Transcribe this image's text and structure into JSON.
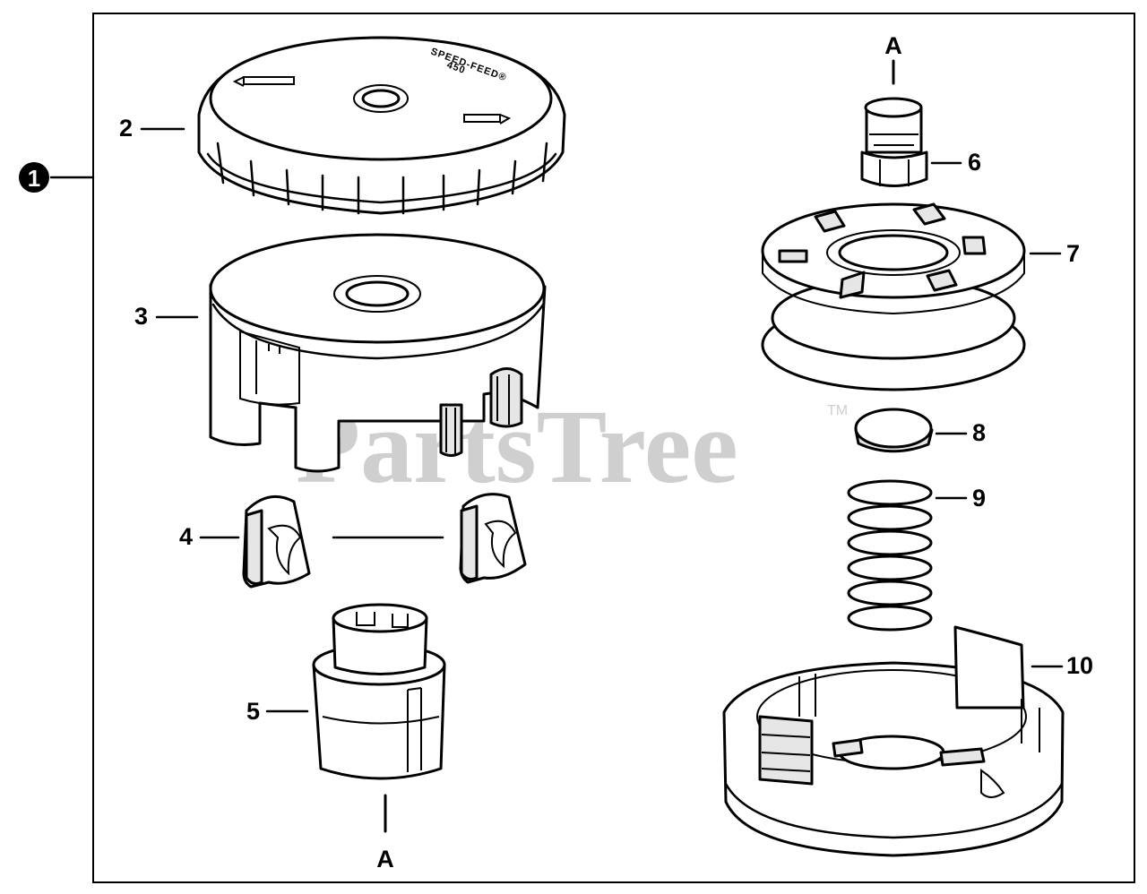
{
  "diagram": {
    "assembly_callout": "1",
    "watermark": "PartsTree",
    "trademark": "TM",
    "cap_text": "SPEED-FEED®",
    "cap_subtext": "450",
    "connector_label_top": "A",
    "connector_label_bottom": "A",
    "callouts": [
      "2",
      "3",
      "4",
      "5",
      "6",
      "7",
      "8",
      "9",
      "10"
    ]
  }
}
